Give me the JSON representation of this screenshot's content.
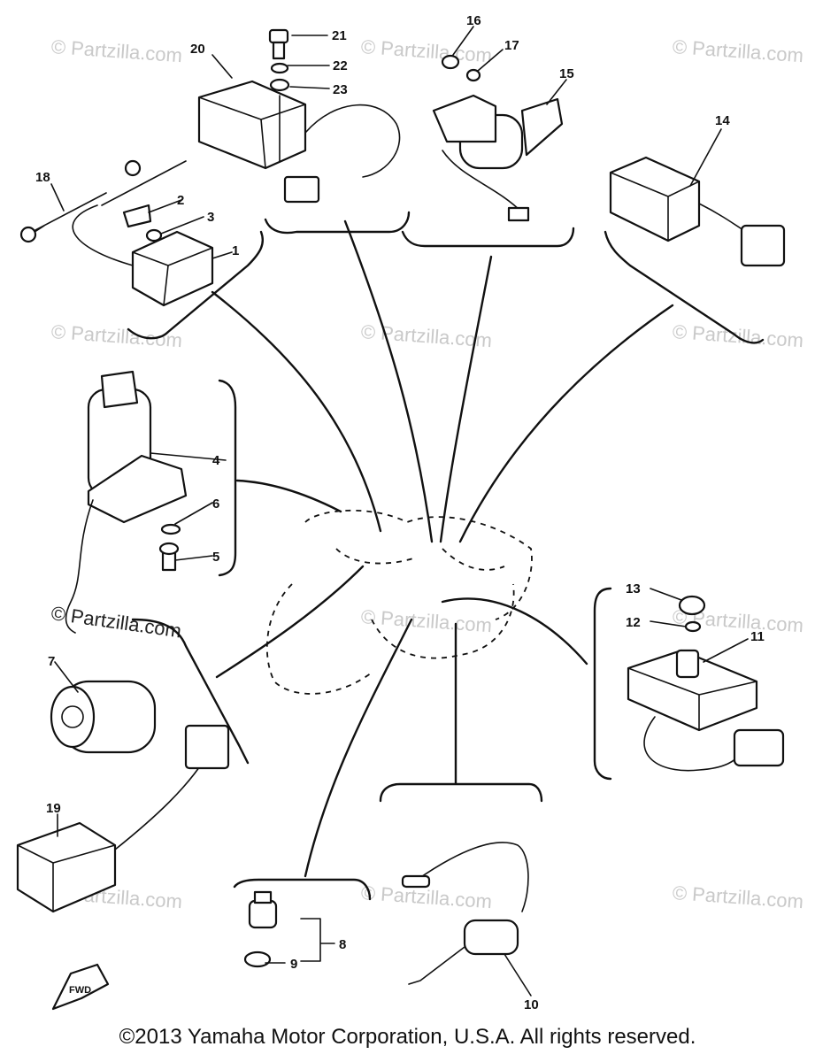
{
  "watermark": "© Partzilla.com",
  "copyright": "©2013 Yamaha Motor Corporation, U.S.A. All rights reserved.",
  "callouts": {
    "c1": "1",
    "c2": "2",
    "c3": "3",
    "c4": "4",
    "c5": "5",
    "c6": "6",
    "c7": "7",
    "c8": "8",
    "c9": "9",
    "c10": "10",
    "c11": "11",
    "c12": "12",
    "c13": "13",
    "c14": "14",
    "c15": "15",
    "c16": "16",
    "c17": "17",
    "c18": "18",
    "c19": "19",
    "c20": "20",
    "c21": "21",
    "c22": "22",
    "c23": "23"
  },
  "fwd_arrow_label": "FWD"
}
